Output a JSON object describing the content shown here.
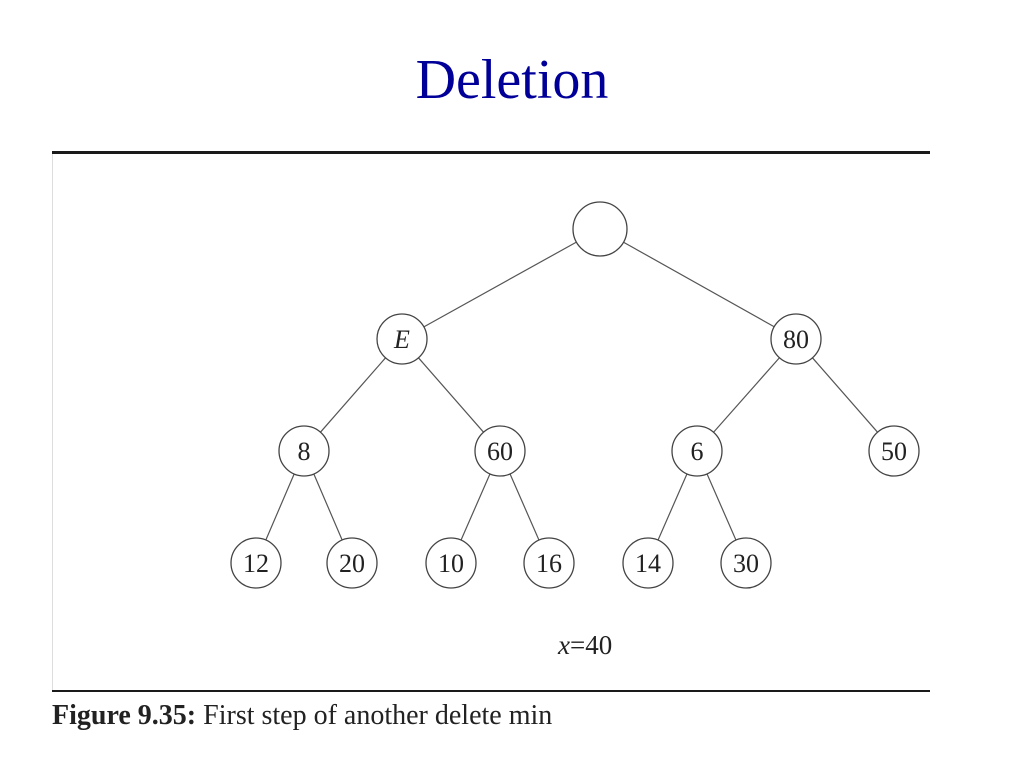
{
  "slide": {
    "title": "Deletion"
  },
  "tree": {
    "nodes": [
      {
        "id": "root",
        "label": "",
        "italic": false
      },
      {
        "id": "n1",
        "label": "E",
        "italic": true
      },
      {
        "id": "n2",
        "label": "80",
        "italic": false
      },
      {
        "id": "n3",
        "label": "8",
        "italic": false
      },
      {
        "id": "n4",
        "label": "60",
        "italic": false
      },
      {
        "id": "n5",
        "label": "6",
        "italic": false
      },
      {
        "id": "n6",
        "label": "50",
        "italic": false
      },
      {
        "id": "n7",
        "label": "12",
        "italic": false
      },
      {
        "id": "n8",
        "label": "20",
        "italic": false
      },
      {
        "id": "n9",
        "label": "10",
        "italic": false
      },
      {
        "id": "n10",
        "label": "16",
        "italic": false
      },
      {
        "id": "n11",
        "label": "14",
        "italic": false
      },
      {
        "id": "n12",
        "label": "30",
        "italic": false
      }
    ],
    "edges": [
      [
        "root",
        "n1"
      ],
      [
        "root",
        "n2"
      ],
      [
        "n1",
        "n3"
      ],
      [
        "n1",
        "n4"
      ],
      [
        "n2",
        "n5"
      ],
      [
        "n2",
        "n6"
      ],
      [
        "n3",
        "n7"
      ],
      [
        "n3",
        "n8"
      ],
      [
        "n4",
        "n9"
      ],
      [
        "n4",
        "n10"
      ],
      [
        "n5",
        "n11"
      ],
      [
        "n5",
        "n12"
      ]
    ]
  },
  "variable": {
    "name": "x",
    "operator": "=",
    "value": "40"
  },
  "caption": {
    "label": "Figure 9.35:",
    "text": " First step of another delete min"
  }
}
